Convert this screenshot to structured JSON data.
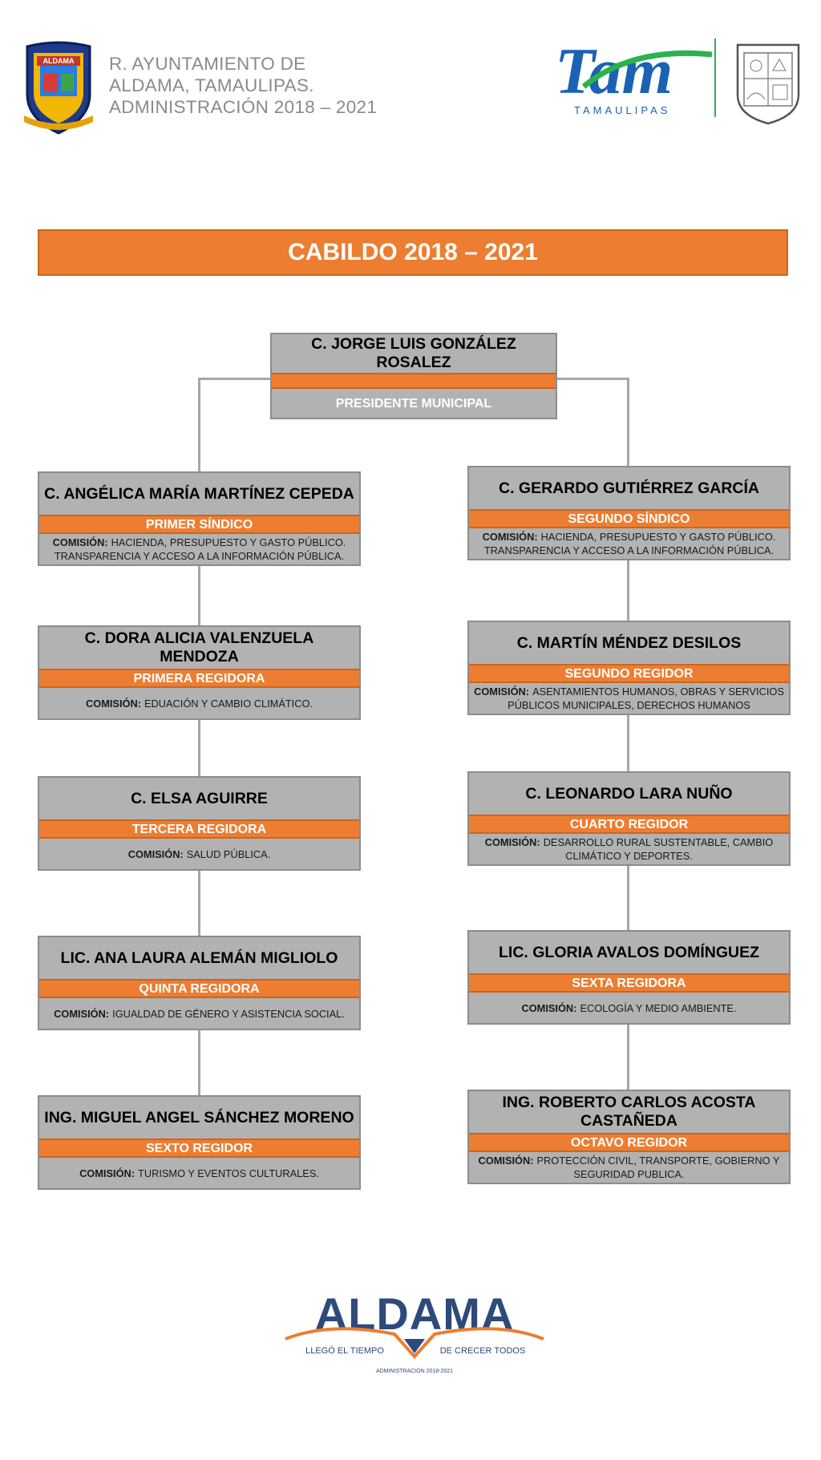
{
  "header": {
    "line1": "R. AYUNTAMIENTO DE",
    "line2": "ALDAMA, TAMAULIPAS.",
    "line3": "ADMINISTRACIÓN  2018 – 2021",
    "shield_text": "ALDAMA",
    "tam_logo_text": "Tam",
    "tam_sub_text": "TAMAULIPAS"
  },
  "title": "CABILDO 2018 – 2021",
  "commission_label": "COMISIÓN:",
  "president": {
    "name": "C. JORGE LUIS GONZÁLEZ ROSALEZ",
    "role": "PRESIDENTE MUNICIPAL"
  },
  "left": [
    {
      "name": "C. ANGÉLICA MARÍA MARTÍNEZ CEPEDA",
      "role": "PRIMER SÍNDICO",
      "commission": "HACIENDA, PRESUPUESTO Y GASTO PÚBLICO. TRANSPARENCIA Y ACCESO A LA INFORMACIÓN PÚBLICA."
    },
    {
      "name": "C. DORA ALICIA VALENZUELA MENDOZA",
      "role": "PRIMERA REGIDORA",
      "commission": "EDUACIÓN Y CAMBIO CLIMÁTICO."
    },
    {
      "name": "C. ELSA AGUIRRE",
      "role": "TERCERA REGIDORA",
      "commission": "SALUD PÚBLICA."
    },
    {
      "name": "LIC. ANA LAURA ALEMÁN MIGLIOLO",
      "role": "QUINTA REGIDORA",
      "commission": "IGUALDAD DE GÉNERO Y ASISTENCIA SOCIAL."
    },
    {
      "name": "ING. MIGUEL ANGEL SÁNCHEZ MORENO",
      "role": "SEXTO REGIDOR",
      "commission": "TURISMO Y EVENTOS CULTURALES."
    }
  ],
  "right": [
    {
      "name": "C. GERARDO GUTIÉRREZ GARCÍA",
      "role": "SEGUNDO SÍNDICO",
      "commission": "HACIENDA, PRESUPUESTO Y GASTO PÚBLICO. TRANSPARENCIA Y ACCESO A LA INFORMACIÓN PÚBLICA."
    },
    {
      "name": "C. MARTÍN MÉNDEZ DESILOS",
      "role": "SEGUNDO REGIDOR",
      "commission": "ASENTAMIENTOS HUMANOS, OBRAS Y SERVICIOS PÚBLICOS MUNICIPALES, DERECHOS HUMANOS"
    },
    {
      "name": "C. LEONARDO LARA NUÑO",
      "role": "CUARTO REGIDOR",
      "commission": "DESARROLLO RURAL SUSTENTABLE, CAMBIO CLIMÁTICO Y DEPORTES."
    },
    {
      "name": "LIC. GLORIA AVALOS DOMÍNGUEZ",
      "role": "SEXTA REGIDORA",
      "commission": "ECOLOGÍA Y MEDIO AMBIENTE."
    },
    {
      "name": "ING. ROBERTO CARLOS ACOSTA CASTAÑEDA",
      "role": "OCTAVO REGIDOR",
      "commission": "PROTECCIÓN CIVIL, TRANSPORTE, GOBIERNO Y SEGURIDAD PUBLICA."
    }
  ],
  "footer_logo": {
    "wordmark": "ALDAMA",
    "tagline_left": "LLEGÓ EL TIEMPO",
    "tagline_right": "DE CRECER TODOS",
    "small": "ADMINISTRACIÓN 2018-2021"
  },
  "colors": {
    "accent": "#ed7d31",
    "card": "#b2b2b2",
    "line": "#a6a6a6"
  }
}
